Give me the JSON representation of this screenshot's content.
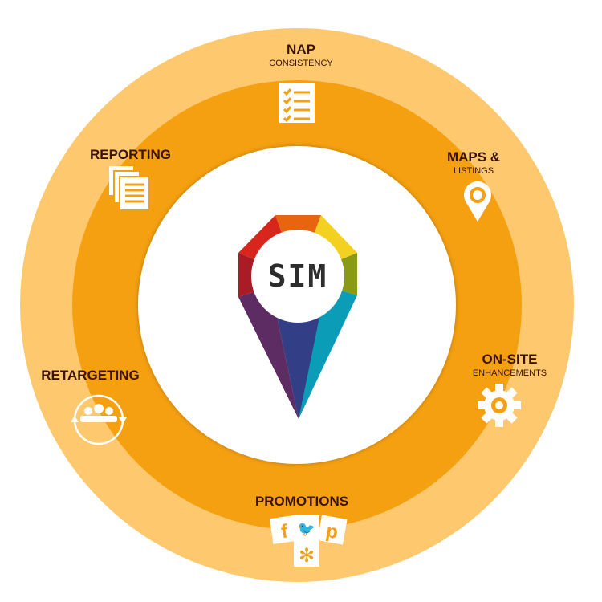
{
  "logo": {
    "text": "SIM"
  },
  "services": [
    {
      "title": "NAP",
      "subtitle": "CONSISTENCY",
      "icon": "checklist-icon"
    },
    {
      "title": "MAPS &",
      "subtitle": "LISTINGS",
      "icon": "map-pin-icon"
    },
    {
      "title": "ON-SITE",
      "subtitle": "ENHANCEMENTS",
      "icon": "gear-icon"
    },
    {
      "title": "PROMOTIONS",
      "icon": "social-media-icons"
    },
    {
      "title": "RETARGETING",
      "icon": "audience-cycle-icon"
    },
    {
      "title": "REPORTING",
      "icon": "documents-icon"
    }
  ],
  "colors": {
    "outer": "#fdc86e",
    "middle": "#f5a011",
    "text": "#3a1408"
  }
}
